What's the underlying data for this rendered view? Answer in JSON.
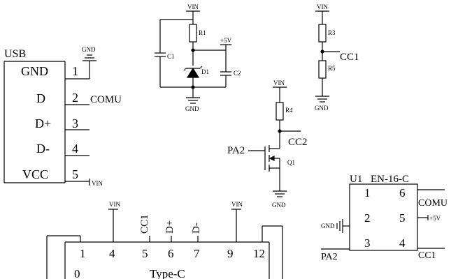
{
  "usb": {
    "title": "USB",
    "pins": [
      {
        "name": "GND",
        "num": "1"
      },
      {
        "name": "D",
        "num": "2"
      },
      {
        "name": "D+",
        "num": "3"
      },
      {
        "name": "D-",
        "num": "4"
      },
      {
        "name": "VCC",
        "num": "5"
      }
    ],
    "gnd_label": "GND",
    "comu_label": "COMU",
    "vin_label": "VIN"
  },
  "regulator": {
    "vin_label": "VIN",
    "r1_label": "R1",
    "c1_label": "C1",
    "d1_label": "D1",
    "c2_label": "C2",
    "plus5v_label": "+5V",
    "gnd_label": "GND"
  },
  "divider": {
    "vin_label": "VIN",
    "r3_label": "R3",
    "r5_label": "R5",
    "cc1_label": "CC1",
    "gnd_label": "GND"
  },
  "transistor": {
    "vin_label": "VIN",
    "r4_label": "R4",
    "cc2_label": "CC2",
    "pa2_label": "PA2",
    "q1_label": "Q1",
    "gnd_label": "GND"
  },
  "u1": {
    "ref": "U1",
    "part": "EN-16-C",
    "pins": [
      "1",
      "2",
      "3",
      "4",
      "5",
      "6"
    ],
    "comu_label": "COMU",
    "plus5v_label": "+5V",
    "gnd_label": "GND",
    "pa2_label": "PA2",
    "cc1_label": "CC1"
  },
  "typec": {
    "name": "Type-C",
    "pins": [
      "1",
      "4",
      "5",
      "6",
      "7",
      "9",
      "12"
    ],
    "left_pin": "0",
    "vin_left": "VIN",
    "vin_right": "VIN",
    "cc1_label": "CC1",
    "dplus_label": "D+",
    "dminus_label": "D-"
  }
}
